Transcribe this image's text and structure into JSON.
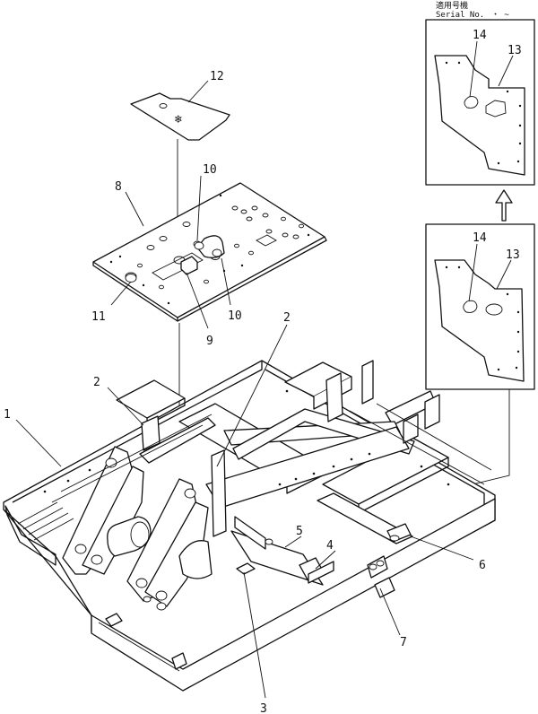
{
  "serial_header": {
    "japanese": "適用号機",
    "english": "Serial No.",
    "range": "・ ~"
  },
  "callouts": {
    "c1": "1",
    "c2a": "2",
    "c2b": "2",
    "c3": "3",
    "c4": "4",
    "c5": "5",
    "c6": "6",
    "c7": "7",
    "c8": "8",
    "c9": "9",
    "c10a": "10",
    "c10b": "10",
    "c11": "11",
    "c12": "12",
    "c13a": "13",
    "c13b": "13",
    "c14a": "14",
    "c14b": "14"
  }
}
